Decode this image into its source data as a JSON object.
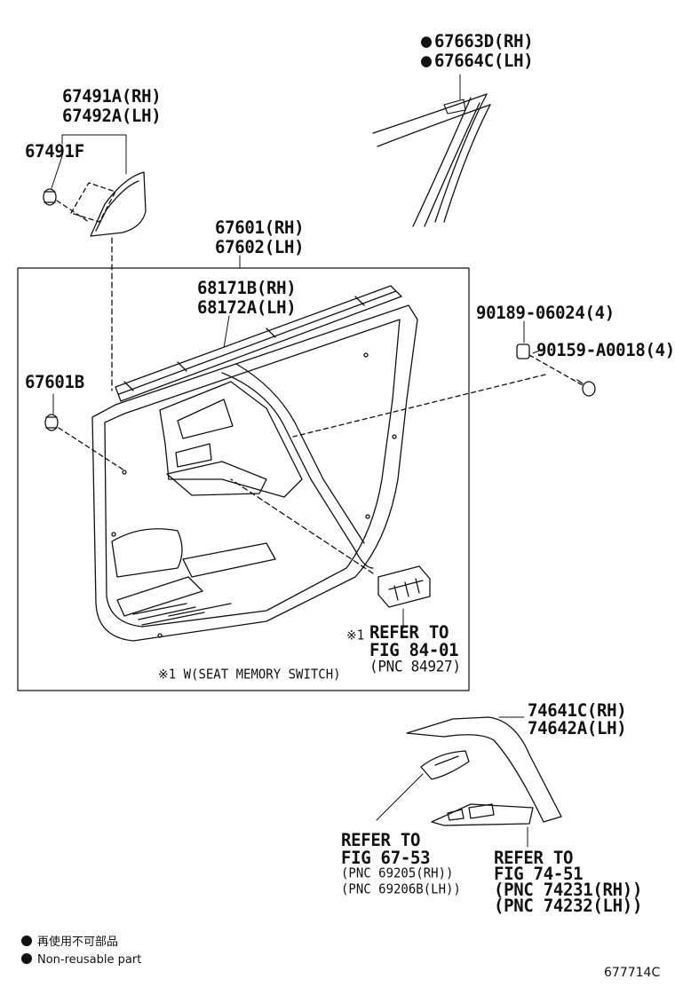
{
  "callouts": {
    "fastener_rh": "67663D(RH)",
    "fastener_lh": "67664C(LH)",
    "garnish_rh": "67491A(RH)",
    "garnish_lh": "67492A(LH)",
    "garnish_clip": "67491F",
    "panel_rh": "67601(RH)",
    "panel_lh": "67602(LH)",
    "weatherstrip_rh": "68171B(RH)",
    "weatherstrip_lh": "68172A(LH)",
    "panel_clip": "67601B",
    "nut": "90189-06024(4)",
    "screw": "90159-A0018(4)",
    "switch_ref_line1": "REFER TO",
    "switch_ref_line2": "FIG 84-01",
    "switch_ref_line3": "(PNC 84927)",
    "switch_ref_mark": "※1",
    "switch_note": "※1 W(SEAT MEMORY SWITCH)",
    "armrest_rh": "74641C(RH)",
    "armrest_lh": "74642A(LH)",
    "handle_ref_line1": "REFER TO",
    "handle_ref_line2": "FIG 67-53",
    "handle_ref_line3": "(PNC 69205(RH))",
    "handle_ref_line4": "(PNC 69206B(LH))",
    "window_ref_line1": "REFER TO",
    "window_ref_line2": "FIG 74-51",
    "window_ref_line3": "(PNC 74231(RH))",
    "window_ref_line4": "(PNC 74232(LH))"
  },
  "legend": {
    "item1": "再使用不可部品",
    "item2": "Non-reusable part"
  },
  "figure_number": "677714C"
}
